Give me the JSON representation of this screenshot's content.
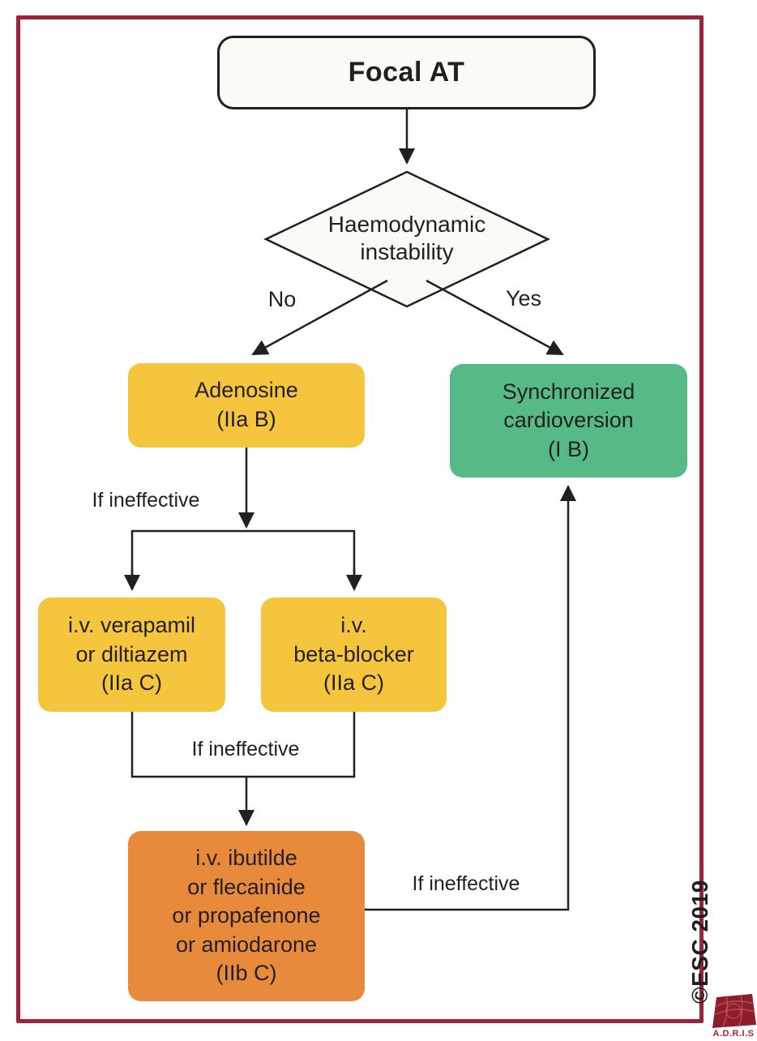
{
  "colors": {
    "page_border": "#9E2239",
    "node_yellow": "#F6C53E",
    "node_green": "#55BA85",
    "node_orange": "#E88A3C",
    "node_cream": "#FBFBF6",
    "line_black": "#231F20",
    "logo_maroon": "#8C1D2C"
  },
  "flowchart": {
    "start": {
      "label": "Focal AT"
    },
    "decision": {
      "lines": [
        "Haemodynamic",
        "instability"
      ]
    },
    "branches": {
      "no": "No",
      "yes": "Yes"
    },
    "nodes": {
      "adenosine": {
        "lines": [
          "Adenosine",
          "(IIa B)"
        ]
      },
      "cardioversion": {
        "lines": [
          "Synchronized",
          "cardioversion",
          "(I B)"
        ]
      },
      "verapamil": {
        "lines": [
          "i.v. verapamil",
          "or diltiazem",
          "(IIa C)"
        ]
      },
      "beta_blocker": {
        "lines": [
          "i.v.",
          "beta-blocker",
          "(IIa C)"
        ]
      },
      "ibutilide": {
        "lines": [
          "i.v. ibutilde",
          "or flecainide",
          "or propafenone",
          "or amiodarone",
          "(IIb C)"
        ]
      }
    },
    "edge_labels": {
      "after_adenosine": "If ineffective",
      "after_ccb_bb": "If ineffective",
      "after_ibutilide": "If ineffective"
    }
  },
  "footer": {
    "copyright": "©ESC 2019",
    "logo_text": "A.D.R.I.S"
  }
}
